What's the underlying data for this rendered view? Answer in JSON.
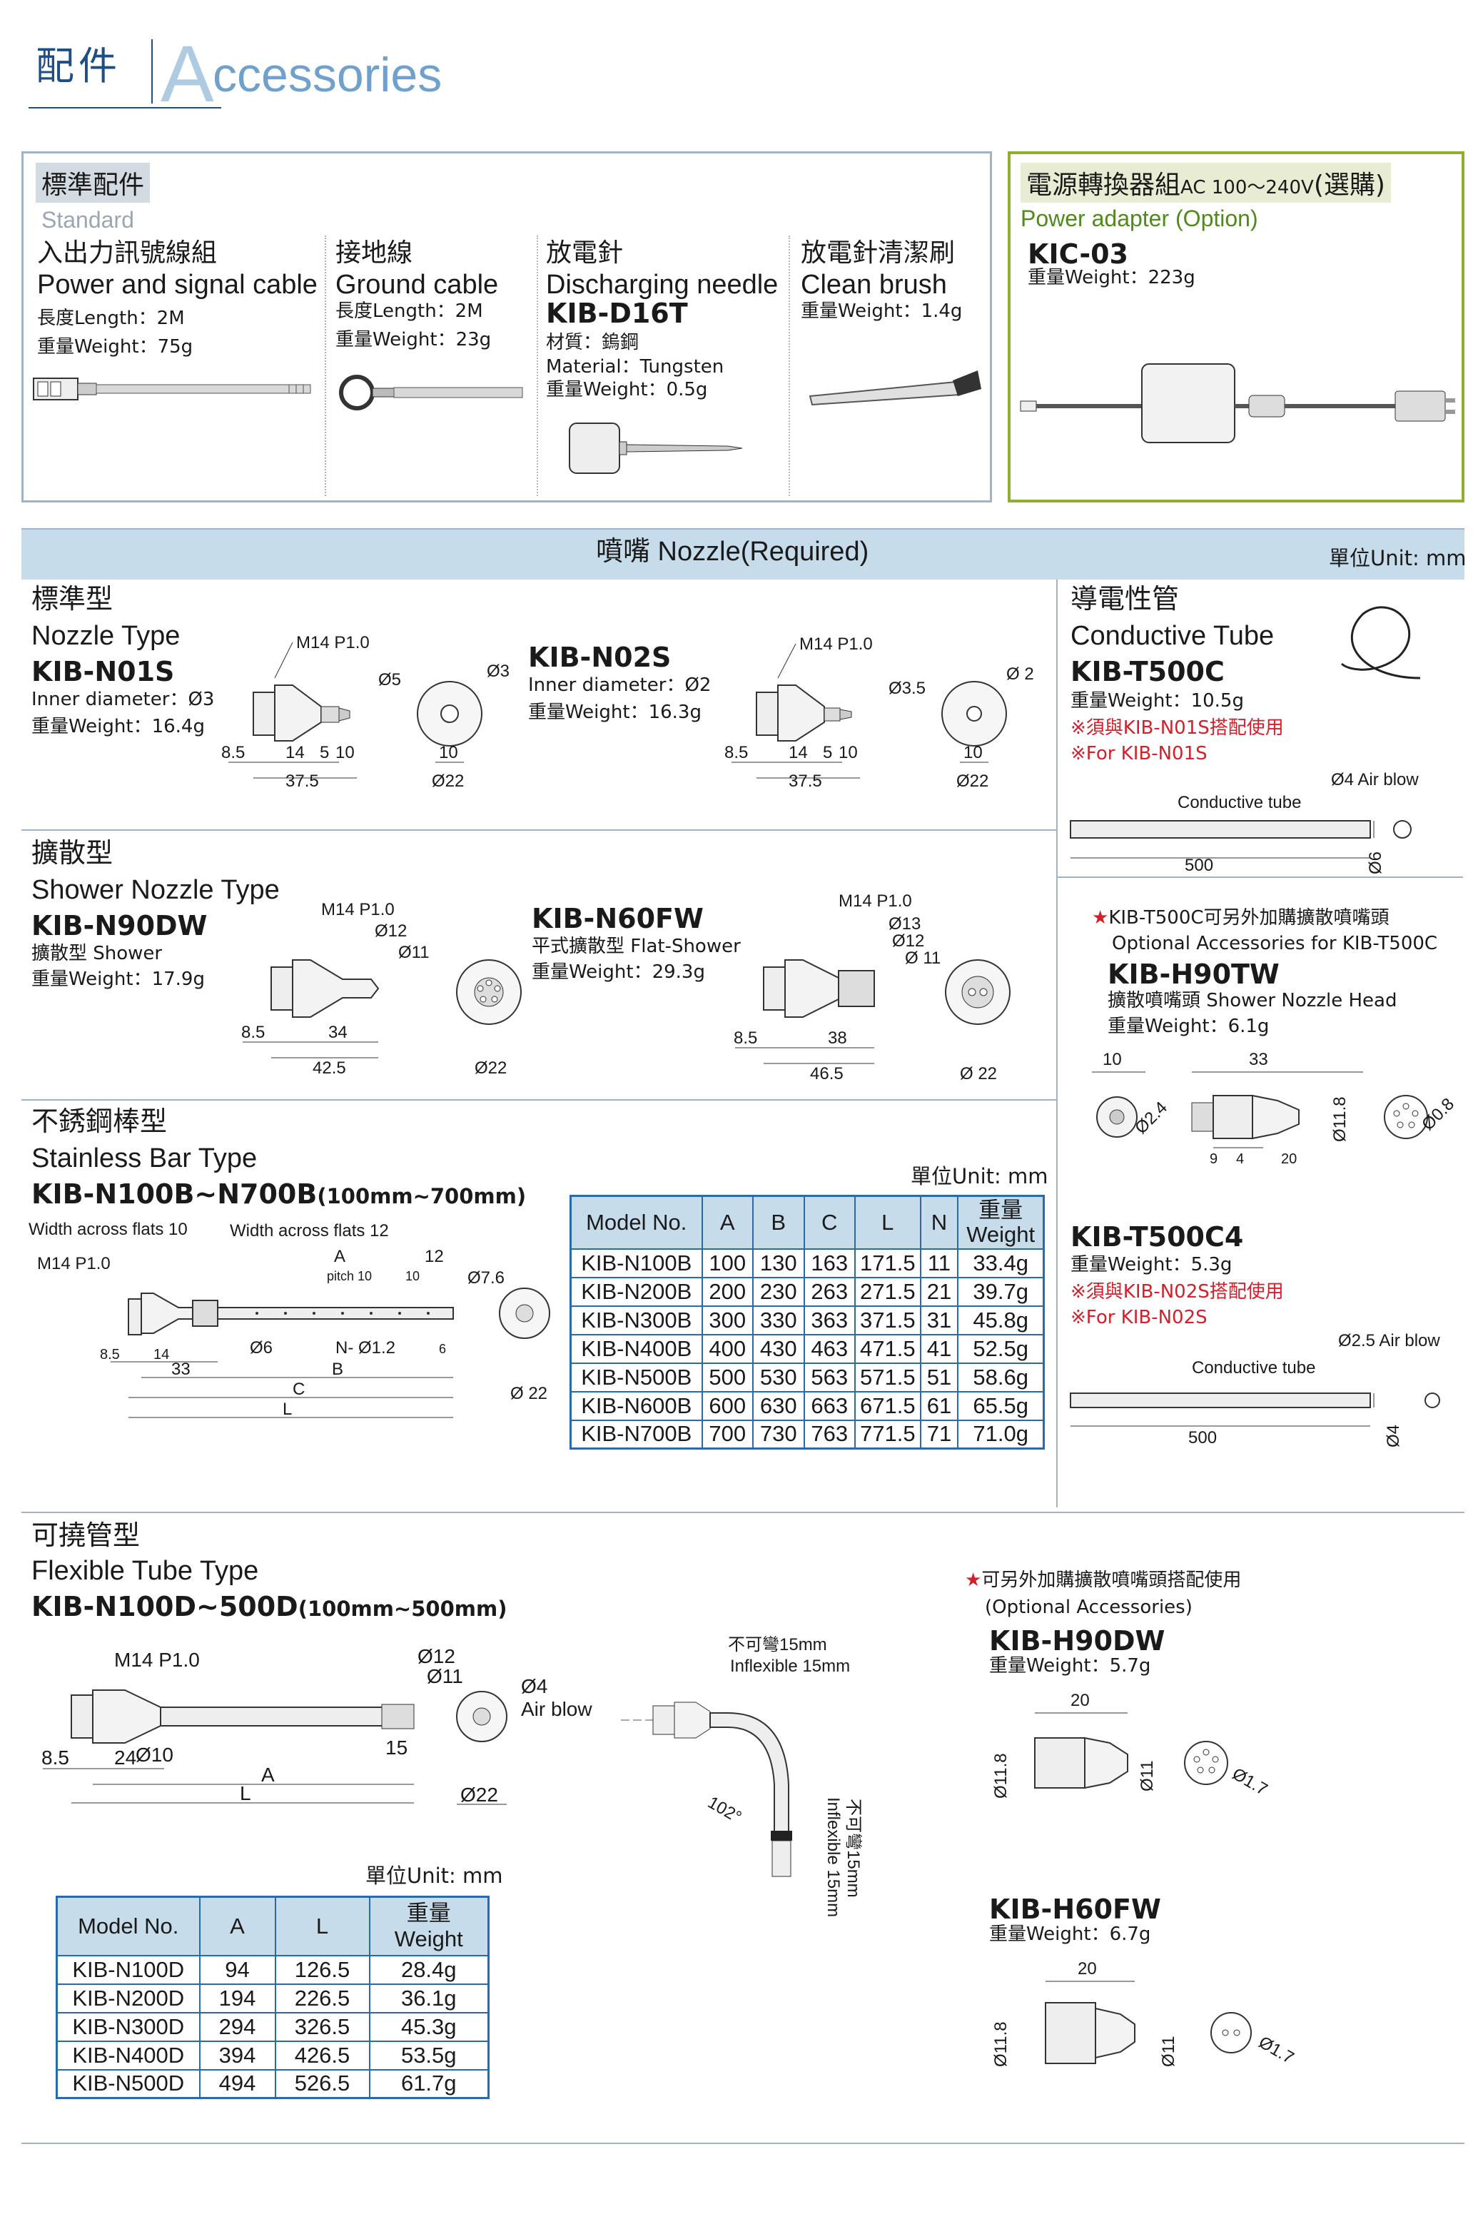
{
  "header": {
    "zh": "配件",
    "en": "Accessories",
    "en_A": "A",
    "en_rest": "ccessories"
  },
  "standard": {
    "tag": "標準配件",
    "sub": "Standard",
    "cable": {
      "zh": "入出力訊號線組",
      "en": "Power and signal cable",
      "len": "長度Length：2M",
      "wt": "重量Weight：75g"
    },
    "ground": {
      "zh": "接地線",
      "en": "Ground cable",
      "len": "長度Length：2M",
      "wt": "重量Weight：23g"
    },
    "needle": {
      "zh": "放電針",
      "en": "Discharging needle",
      "model": "KIB-D16T",
      "mat_zh": "材質：鎢鋼",
      "mat_en": "Material：Tungsten",
      "wt": "重量Weight：0.5g"
    },
    "brush": {
      "zh": "放電針清潔刷",
      "en": "Clean brush",
      "wt": "重量Weight：1.4g"
    }
  },
  "adapter": {
    "tag_zh": "電源轉換器組",
    "tag_en": "AC 100～240V",
    "tag_opt": "(選購)",
    "sub": "Power adapter (Option)",
    "model": "KIC-03",
    "wt": "重量Weight：223g"
  },
  "nozzle_band": {
    "title": "噴嘴 Nozzle(Required)",
    "unit": "單位Unit: mm"
  },
  "nozzle_type": {
    "zh": "標準型",
    "en": "Nozzle Type",
    "n01s": {
      "model": "KIB-N01S",
      "id": "Inner diameter：Ø3",
      "wt": "重量Weight：16.4g",
      "m14": "M14 P1.0",
      "d5": "Ø5",
      "d3": "Ø3",
      "a": "8.5",
      "b": "14",
      "c": "5",
      "d": "10",
      "e": "37.5",
      "f": "10",
      "g": "Ø22"
    },
    "n02s": {
      "model": "KIB-N02S",
      "id": "Inner diameter：Ø2",
      "wt": "重量Weight：16.3g",
      "m14": "M14 P1.0",
      "d35": "Ø3.5",
      "d2": "Ø 2",
      "a": "8.5",
      "b": "14",
      "c": "5",
      "d": "10",
      "e": "37.5",
      "f": "10",
      "g": "Ø22"
    }
  },
  "shower": {
    "zh": "擴散型",
    "en": "Shower Nozzle Type",
    "n90dw": {
      "model": "KIB-N90DW",
      "sub": "擴散型 Shower",
      "wt": "重量Weight：17.9g",
      "m14": "M14 P1.0",
      "d12": "Ø12",
      "d11": "Ø11",
      "a": "8.5",
      "b": "34",
      "c": "42.5",
      "g": "Ø22"
    },
    "n60fw": {
      "model": "KIB-N60FW",
      "sub": "平式擴散型 Flat-Shower",
      "wt": "重量Weight：29.3g",
      "m14": "M14  P1.0",
      "d13": "Ø13",
      "d12": "Ø12",
      "d11": "Ø 11",
      "a": "8.5",
      "b": "38",
      "c": "46.5",
      "g": "Ø 22"
    }
  },
  "bar": {
    "zh": "不銹鋼棒型",
    "en": "Stainless Bar Type",
    "model": "KIB-N100B~N700B",
    "range": "(100mm~700mm)",
    "unit": "單位Unit: mm",
    "waf10": "Width across flats 10",
    "waf12": "Width across flats 12",
    "m14": "M14 P1.0",
    "A": "A",
    "d12": "12",
    "pitch": "pitch 10",
    "p10": "10",
    "d76": "Ø7.6",
    "d6": "Ø6",
    "n12": "N- Ø1.2",
    "s6": "6",
    "B": "B",
    "C": "C",
    "L": "L",
    "a85": "8.5",
    "a14": "14",
    "a33": "33",
    "d22": "Ø 22",
    "cols": [
      "Model No.",
      "A",
      "B",
      "C",
      "L",
      "N"
    ],
    "wcol1": "重量",
    "wcol2": "Weight",
    "rows": [
      [
        "KIB-N100B",
        "100",
        "130",
        "163",
        "171.5",
        "11",
        "33.4g"
      ],
      [
        "KIB-N200B",
        "200",
        "230",
        "263",
        "271.5",
        "21",
        "39.7g"
      ],
      [
        "KIB-N300B",
        "300",
        "330",
        "363",
        "371.5",
        "31",
        "45.8g"
      ],
      [
        "KIB-N400B",
        "400",
        "430",
        "463",
        "471.5",
        "41",
        "52.5g"
      ],
      [
        "KIB-N500B",
        "500",
        "530",
        "563",
        "571.5",
        "51",
        "58.6g"
      ],
      [
        "KIB-N600B",
        "600",
        "630",
        "663",
        "671.5",
        "61",
        "65.5g"
      ],
      [
        "KIB-N700B",
        "700",
        "730",
        "763",
        "771.5",
        "71",
        "71.0g"
      ]
    ]
  },
  "cond": {
    "zh": "導電性管",
    "en": "Conductive Tube",
    "model": "KIB-T500C",
    "wt": "重量Weight：10.5g",
    "note1": "※須與KIB-N01S搭配使用",
    "note2": "※For KIB-N01S",
    "air": "Ø4  Air blow",
    "tube": "Conductive tube",
    "len": "500",
    "dia": "Ø6"
  },
  "h90tw": {
    "star": "★",
    "opt_zh": "KIB-T500C可另外加購擴散噴嘴頭",
    "opt_en": "Optional Accessories for KIB-T500C",
    "model": "KIB-H90TW",
    "sub": "擴散噴嘴頭 Shower Nozzle Head",
    "wt": "重量Weight：6.1g",
    "d10": "10",
    "d33": "33",
    "d24": "Ø2.4",
    "d118": "Ø11.8",
    "d9": "9",
    "d4": "4",
    "d20": "20",
    "d08": "Ø0.8"
  },
  "t500c4": {
    "model": "KIB-T500C4",
    "wt": "重量Weight：5.3g",
    "note1": "※須與KIB-N02S搭配使用",
    "note2": "※For KIB-N02S",
    "air": "Ø2.5 Air blow",
    "tube": "Conductive tube",
    "len": "500",
    "dia": "Ø4"
  },
  "flex": {
    "zh": "可撓管型",
    "en": "Flexible Tube Type",
    "model": "KIB-N100D~500D",
    "range": "(100mm~500mm)",
    "m14": "M14 P1.0",
    "d12": "Ø12",
    "d11": "Ø11",
    "d4": "Ø4",
    "air": "Air blow",
    "a85": "8.5",
    "a24": "24",
    "d10": "Ø10",
    "a15": "15",
    "A": "A",
    "L": "L",
    "d22": "Ø22",
    "inf_zh": "不可彎15mm",
    "inf_en": "Inflexible 15mm",
    "ang": "102°",
    "inf2_zh": "不可彎15mm",
    "inf2_en": "Inflexible 15mm",
    "unit": "單位Unit: mm",
    "cols": [
      "Model No.",
      "A",
      "L"
    ],
    "wcol1": "重量",
    "wcol2": "Weight",
    "rows": [
      [
        "KIB-N100D",
        "94",
        "126.5",
        "28.4g"
      ],
      [
        "KIB-N200D",
        "194",
        "226.5",
        "36.1g"
      ],
      [
        "KIB-N300D",
        "294",
        "326.5",
        "45.3g"
      ],
      [
        "KIB-N400D",
        "394",
        "426.5",
        "53.5g"
      ],
      [
        "KIB-N500D",
        "494",
        "526.5",
        "61.7g"
      ]
    ]
  },
  "flexopt": {
    "star": "★",
    "opt_zh": "可另外加購擴散噴嘴頭搭配使用",
    "opt_en": "(Optional Accessories)",
    "h90dw": "KIB-H90DW",
    "wt90": "重量Weight：5.7g",
    "d20": "20",
    "d118": "Ø11.8",
    "d11": "Ø11",
    "d17": "Ø1.7",
    "h60fw": "KIB-H60FW",
    "wt60": "重量Weight：6.7g",
    "e20": "20",
    "e118": "Ø11.8",
    "e11": "Ø11",
    "e17": "Ø1.7"
  }
}
